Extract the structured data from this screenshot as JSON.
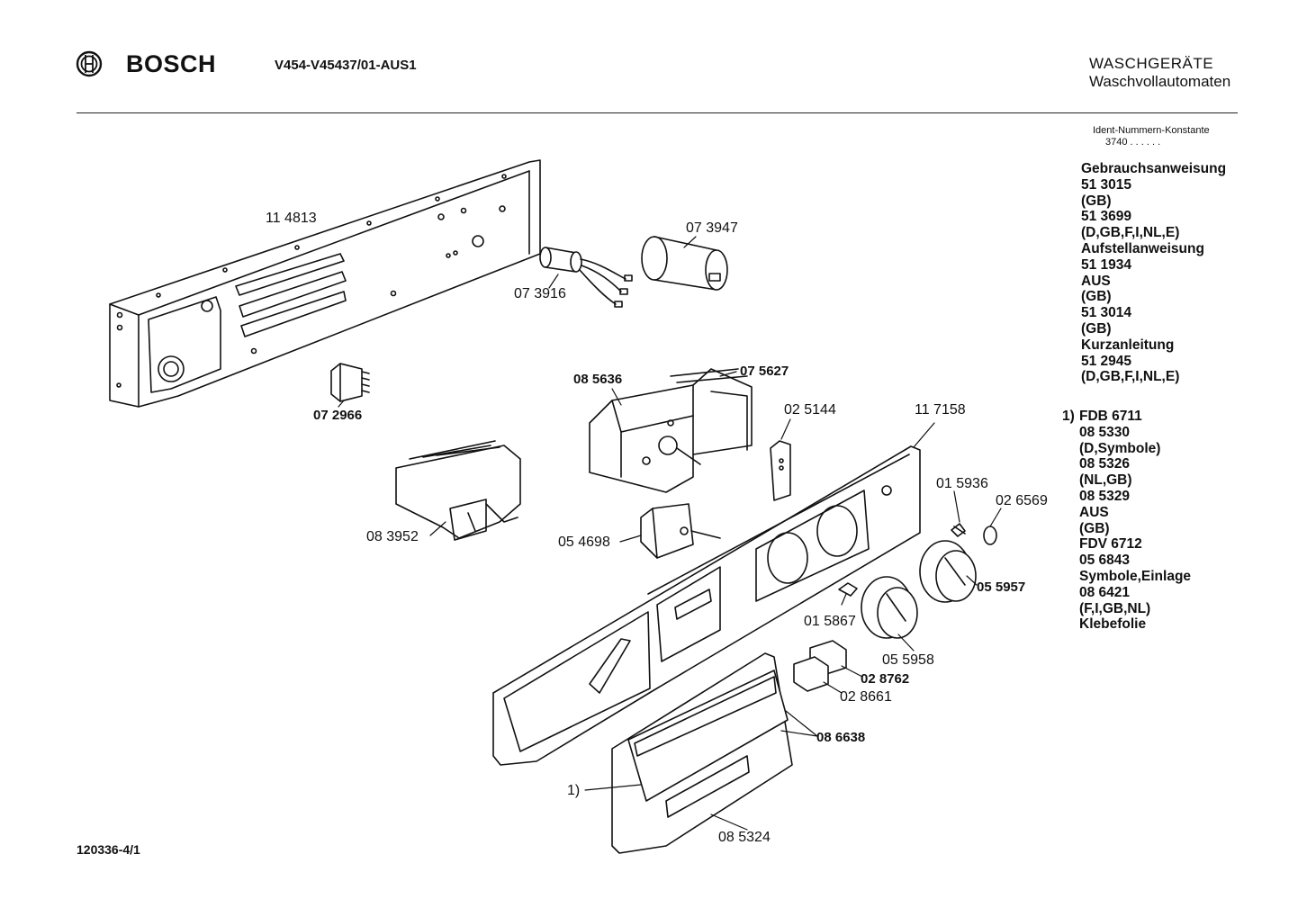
{
  "header": {
    "brand": "BOSCH",
    "model": "V454-V45437/01-AUS1",
    "category_line1": "WASCHGERÄTE",
    "category_line2": "Waschvollautomaten",
    "ident_label": "Ident-Nummern-Konstante",
    "ident_value": "3740  . .  . . . ."
  },
  "documents": [
    "Gebrauchsanweisung",
    "51 3015",
    "(GB)",
    "51 3699",
    "(D,GB,F,I,NL,E)",
    "Aufstellanweisung",
    "51 1934",
    "AUS",
    "(GB)",
    "51 3014",
    "(GB)",
    "Kurzanleitung",
    "51 2945",
    "(D,GB,F,I,NL,E)"
  ],
  "notes": {
    "marker": "1)",
    "lines": [
      "FDB 6711",
      "08 5330",
      "(D,Symbole)",
      "08 5326",
      "(NL,GB)",
      "08 5329",
      "AUS",
      "(GB)",
      "FDV 6712",
      "05 6843",
      "Symbole,Einlage",
      "08 6421",
      "(F,I,GB,NL)",
      "Klebefolie"
    ]
  },
  "parts": {
    "p114813": "11 4813",
    "p073947": "07 3947",
    "p073916": "07 3916",
    "p072966": "07 2966",
    "p085636": "08 5636",
    "p075627": "07 5627",
    "p025144": "02 5144",
    "p117158": "11 7158",
    "p083952": "08 3952",
    "p054698": "05 4698",
    "p015936": "01 5936",
    "p026569": "02 6569",
    "p055957": "05 5957",
    "p015867": "01 5867",
    "p055958": "05 5958",
    "p028762": "02 8762",
    "p028661": "02 8661",
    "p086638": "08 6638",
    "p_note": "1)",
    "p085324": "08 5324"
  },
  "footer": {
    "drawing_number": "120336-4/1"
  }
}
